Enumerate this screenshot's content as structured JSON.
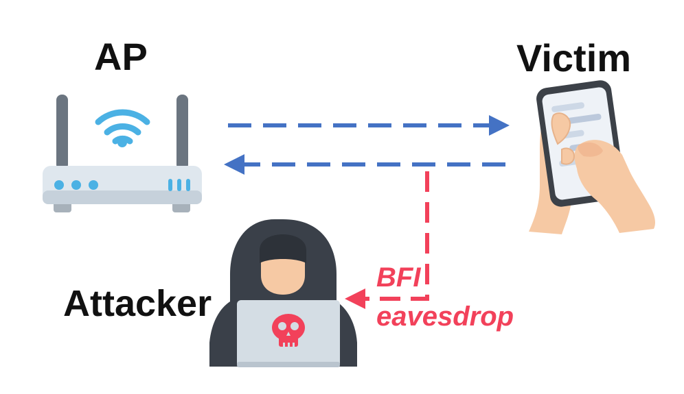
{
  "labels": {
    "ap": "AP",
    "victim": "Victim",
    "attacker": "Attacker",
    "bfi": "BFI",
    "eavesdrop": "eavesdrop"
  },
  "colors": {
    "link": "#4472c4",
    "attack": "#f2415a",
    "router_body": "#dfe7ee",
    "router_antenna": "#6b7580",
    "wifi": "#4bb1e4",
    "hood": "#3a4049",
    "skin": "#f6c9a4",
    "laptop": "#d4dde4",
    "skull": "#f2415a"
  },
  "icons": {
    "router": "wifi-router-icon",
    "victim": "smartphone-in-hands-icon",
    "attacker": "hooded-hacker-laptop-icon"
  }
}
